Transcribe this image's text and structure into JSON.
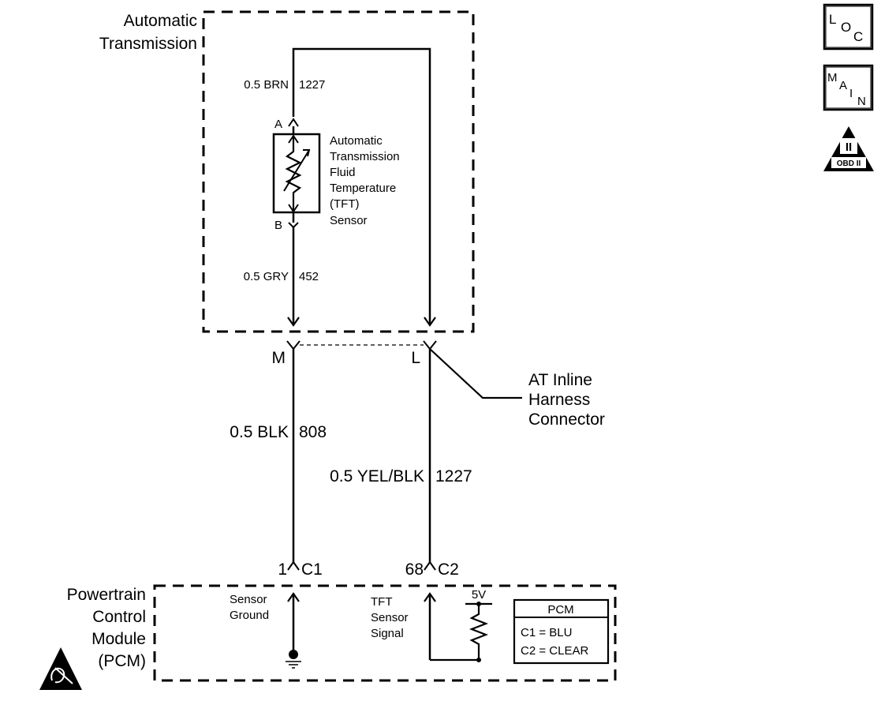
{
  "at_box": {
    "title_line1": "Automatic",
    "title_line2": "Transmission"
  },
  "sensor": {
    "label_lines": [
      "Automatic",
      "Transmission",
      "Fluid",
      "Temperature",
      "(TFT)",
      "Sensor"
    ],
    "pin_top": "A",
    "pin_bottom": "B"
  },
  "wires": {
    "upper_brn": {
      "gauge_color": "0.5 BRN",
      "circuit": "1227"
    },
    "upper_gry": {
      "gauge_color": "0.5 GRY",
      "circuit": "452"
    },
    "lower_blk": {
      "gauge_color": "0.5 BLK",
      "circuit": "808"
    },
    "lower_yel": {
      "gauge_color": "0.5 YEL/BLK",
      "circuit": "1227"
    }
  },
  "inline_connector": {
    "pin_m": "M",
    "pin_l": "L",
    "label_lines": [
      "AT Inline",
      "Harness",
      "Connector"
    ]
  },
  "pcm_terminals": {
    "left_pin": "1",
    "left_conn": "C1",
    "right_pin": "68",
    "right_conn": "C2"
  },
  "pcm_box": {
    "title_lines": [
      "Powertrain",
      "Control",
      "Module",
      "(PCM)"
    ],
    "ground_label": [
      "Sensor",
      "Ground"
    ],
    "signal_label": [
      "TFT",
      "Sensor",
      "Signal"
    ],
    "voltage": "5V",
    "legend": {
      "header": "PCM",
      "line1": "C1 = BLU",
      "line2": "C2 = CLEAR"
    }
  },
  "badges": {
    "loc": [
      "L",
      "O",
      "C"
    ],
    "main": [
      "M",
      "A",
      "I",
      "N"
    ],
    "obd": {
      "numeral": "II",
      "text": "OBD II"
    }
  }
}
